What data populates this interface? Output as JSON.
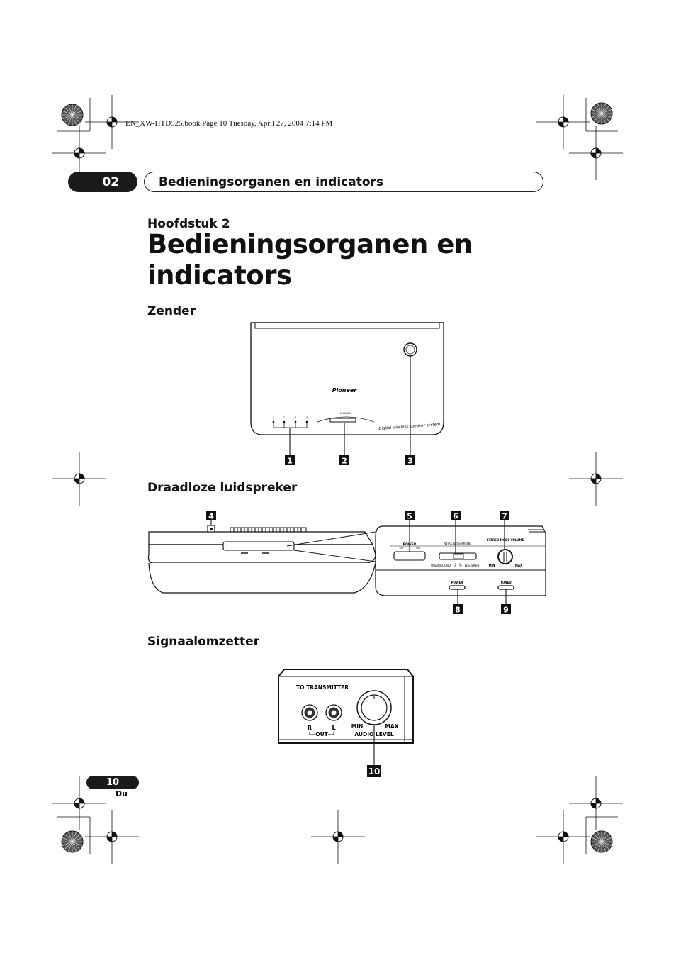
{
  "print_header": "EN_XW-HTD525.book  Page 10  Tuesday, April 27, 2004  7:14 PM",
  "chapter": {
    "number": "02",
    "bar_title": "Bedieningsorganen en indicators",
    "label": "Hoofdstuk 2",
    "title_line1": "Bedieningsorganen en",
    "title_line2": "indicators"
  },
  "sections": {
    "transmitter": "Zender",
    "speaker": "Draadloze luidspreker",
    "converter": "Signaalomzetter"
  },
  "transmitter_panel": {
    "brand": "Pioneer",
    "channel_label": "CHANNEL",
    "channel_numbers": [
      "1",
      "2",
      "3",
      "4"
    ],
    "tagline": "Digital wireless speaker system",
    "callouts": [
      "1",
      "2",
      "3"
    ]
  },
  "speaker_panel": {
    "power_label": "POWER",
    "off_label": "OFF",
    "on_label": "ON",
    "wireless_mode_label": "WIRELESS MODE",
    "w_surround_label": "W.SURROUND",
    "w_stereo_label": "W.STEREO",
    "stereo_mode_volume_label": "STEREO MODE VOLUME",
    "min_label": "MIN",
    "max_label": "MAX",
    "power_indicator_label": "POWER",
    "tuned_indicator_label": "TUNED",
    "callouts": [
      "4",
      "5",
      "6",
      "7",
      "8",
      "9"
    ]
  },
  "converter_panel": {
    "to_transmitter_label": "TO TRANSMITTER",
    "r_label": "R",
    "l_label": "L",
    "out_label": "OUT",
    "min_label": "MIN",
    "max_label": "MAX",
    "audio_level_label": "AUDIO LEVEL",
    "callout": "10"
  },
  "footer": {
    "page_number": "10",
    "language": "Du"
  }
}
